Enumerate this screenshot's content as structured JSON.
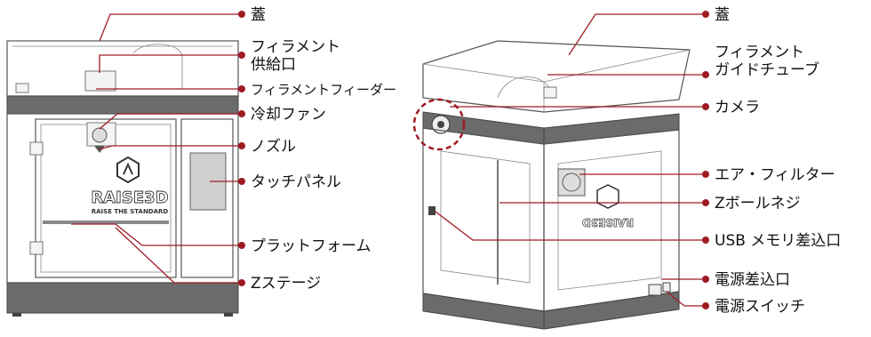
{
  "front_labels": {
    "lid": "蓋",
    "filament_inlet_1": "フィラメント",
    "filament_inlet_2": "供給口",
    "filament_feeder": "フィラメントフィーダー",
    "cooling_fan": "冷却ファン",
    "nozzle": "ノズル",
    "touch_panel": "タッチパネル",
    "platform": "プラットフォーム",
    "z_stage": "Zステージ"
  },
  "iso_labels": {
    "lid": "蓋",
    "filament_guide_1": "フィラメント",
    "filament_guide_2": "ガイドチューブ",
    "camera": "カメラ",
    "air_filter": "エア・フィルター",
    "z_ball_screw": "Zボールネジ",
    "usb_port": "USB メモリ差込口",
    "power_inlet": "電源差込口",
    "power_switch": "電源スイッチ"
  },
  "branding": {
    "logo": "RAISE3D",
    "tagline": "RAISE THE STANDARD"
  },
  "colors": {
    "leader": "#a01a24",
    "body_dark": "#6b6b6b"
  }
}
